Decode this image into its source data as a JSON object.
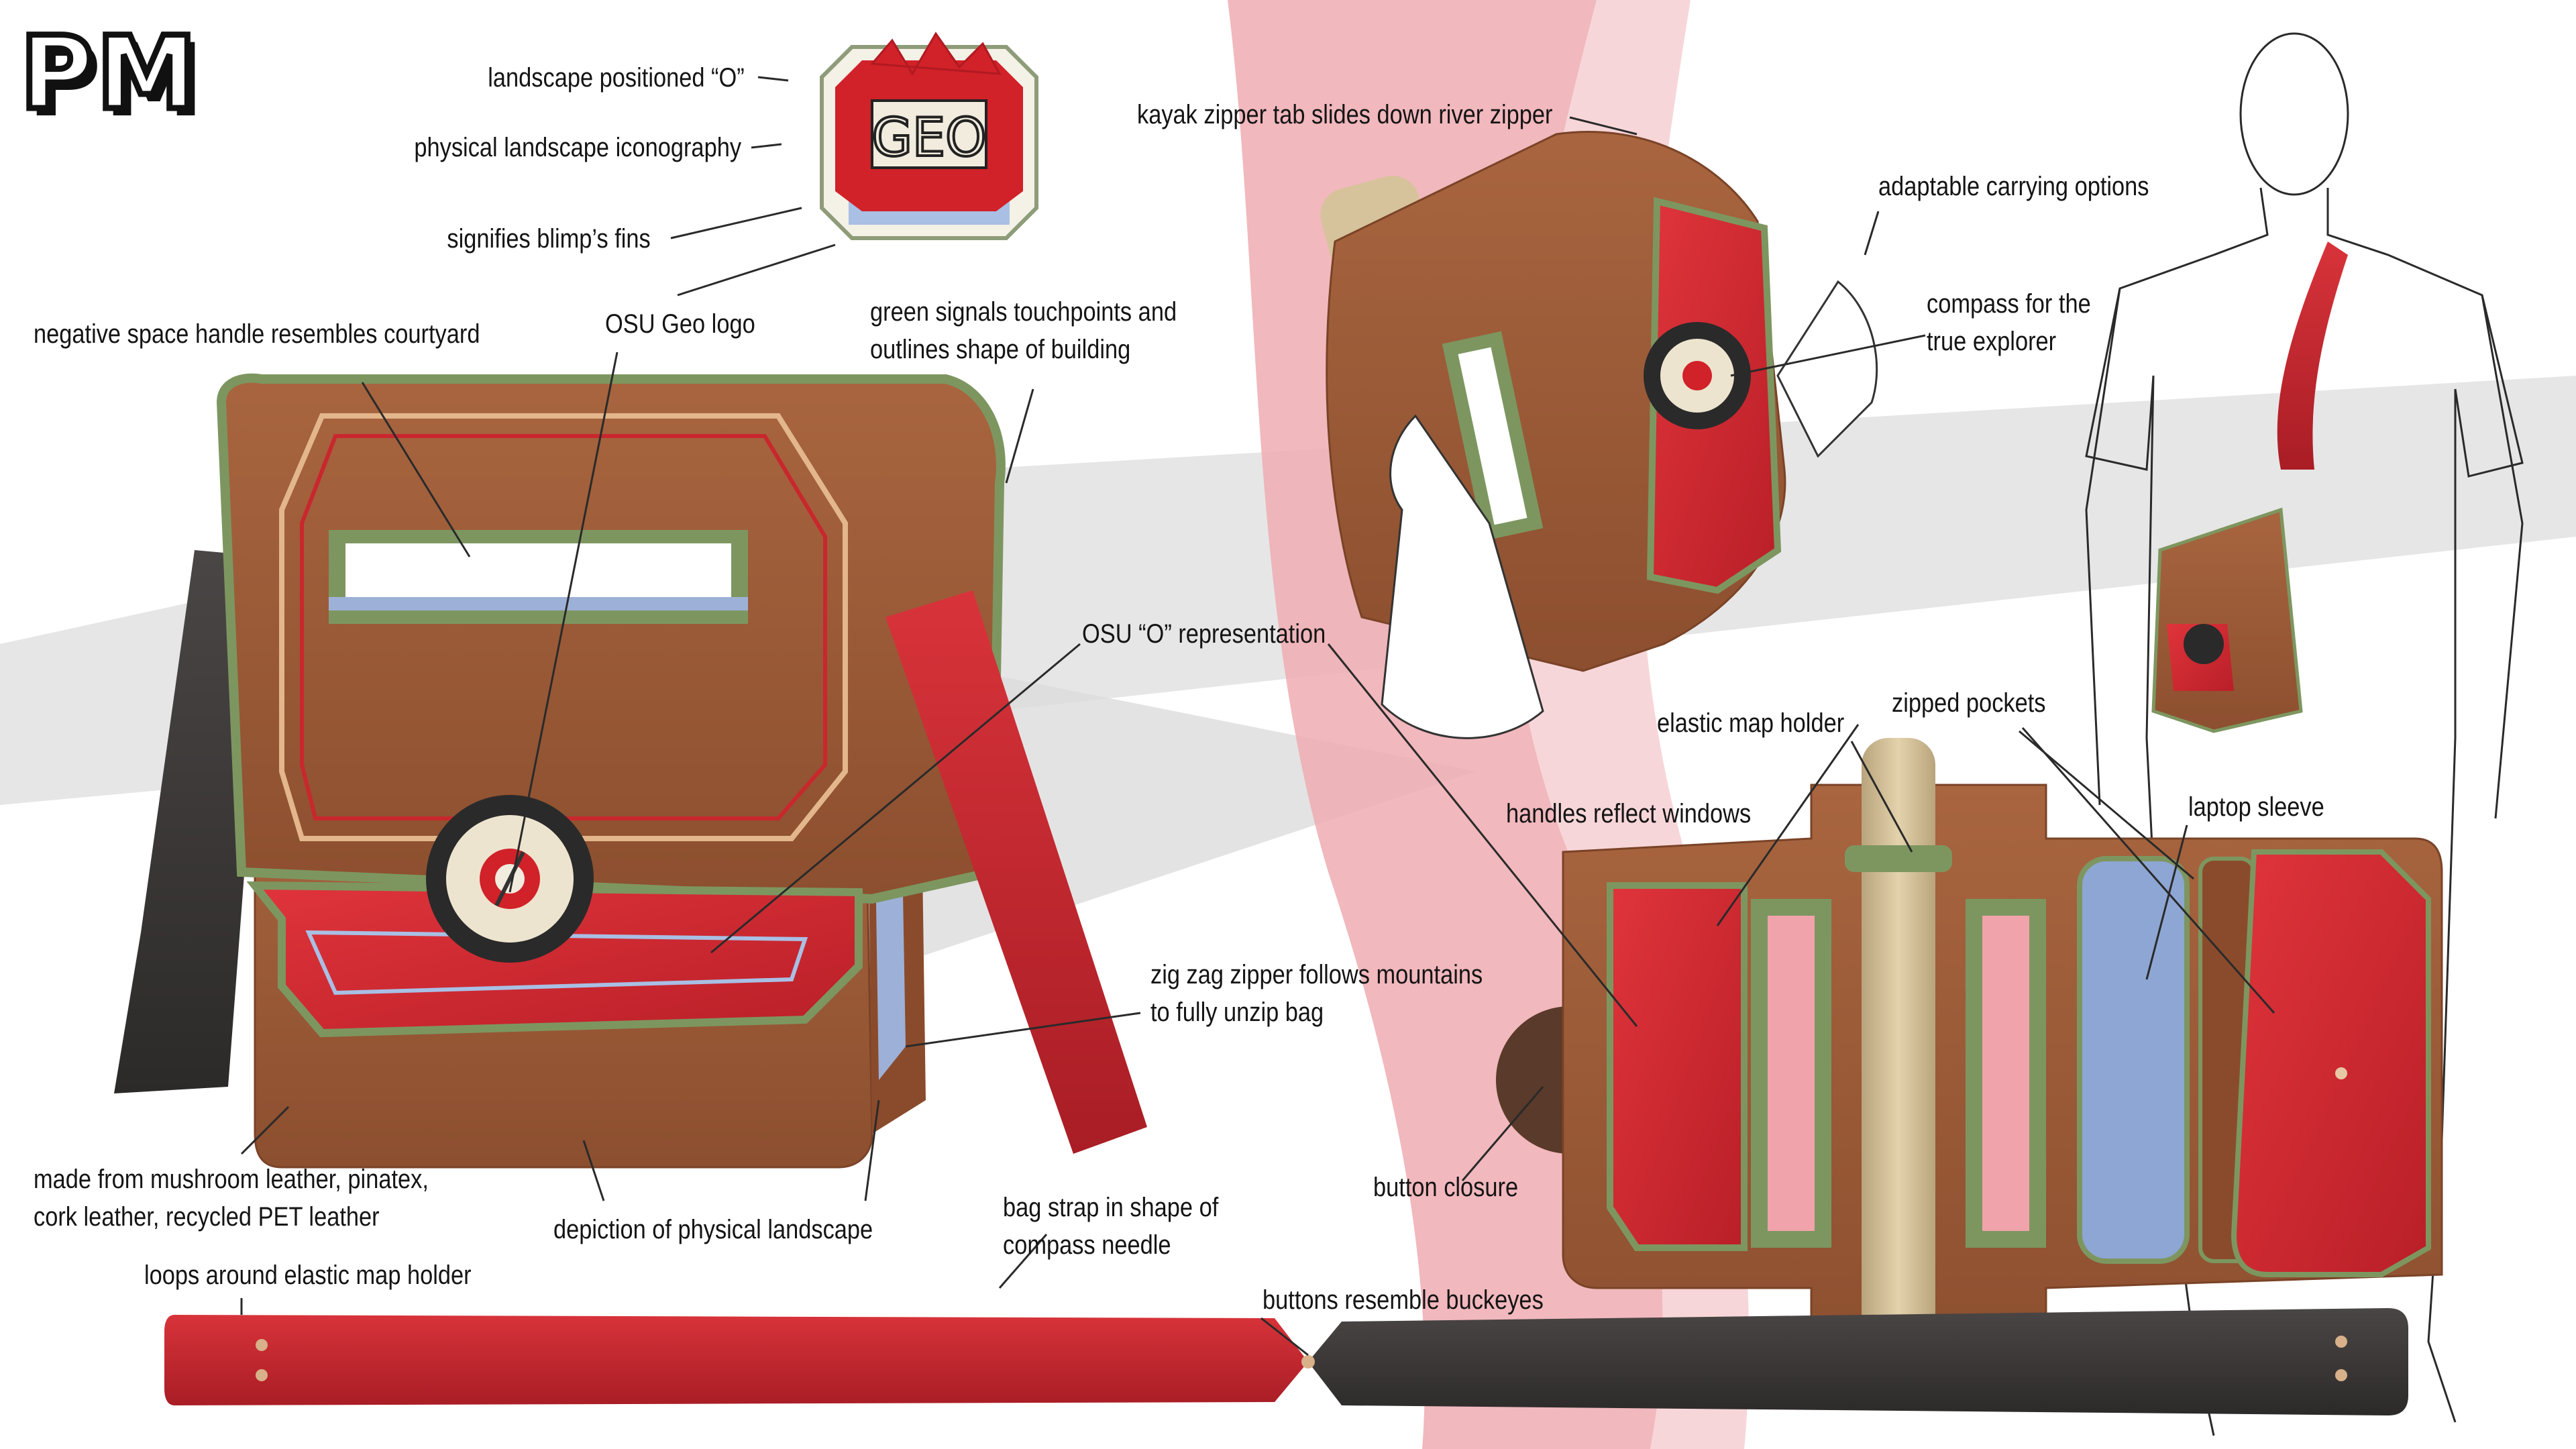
{
  "brand": {
    "logo_text": "PM"
  },
  "colors": {
    "leather": "#9b5a37",
    "leather_dark": "#6f3d22",
    "trim_green": "#7d9660",
    "accent_red": "#d3262e",
    "strap_red": "#c8272f",
    "strap_black": "#3d3a39",
    "map_tan": "#d7c39b",
    "zipper_blue": "#9eb2d6",
    "background_band": "#f0b0b5"
  },
  "badge": {
    "text": "GEO"
  },
  "callouts": [
    {
      "id": "landscape-o",
      "text": "landscape positioned “O”"
    },
    {
      "id": "landscape-iconography",
      "text": "physical landscape iconography"
    },
    {
      "id": "blimp-fins",
      "text": "signifies blimp’s fins"
    },
    {
      "id": "negative-space-handle",
      "text": "negative space handle resembles courtyard"
    },
    {
      "id": "osu-geo-logo",
      "text": "OSU Geo logo"
    },
    {
      "id": "green-signals-1",
      "text": "green signals touchpoints and"
    },
    {
      "id": "green-signals-2",
      "text": "outlines shape of building"
    },
    {
      "id": "kayak-zipper",
      "text": "kayak zipper tab slides down river zipper"
    },
    {
      "id": "adaptable-carrying",
      "text": "adaptable carrying options"
    },
    {
      "id": "compass-1",
      "text": "compass for the"
    },
    {
      "id": "compass-2",
      "text": "true explorer"
    },
    {
      "id": "osu-o",
      "text": "OSU “O” representation"
    },
    {
      "id": "elastic-map-holder",
      "text": "elastic map holder"
    },
    {
      "id": "zipped-pockets",
      "text": "zipped pockets"
    },
    {
      "id": "handles-windows",
      "text": "handles reflect windows"
    },
    {
      "id": "laptop-sleeve",
      "text": "laptop sleeve"
    },
    {
      "id": "zigzag-1",
      "text": "zig zag zipper follows mountains"
    },
    {
      "id": "zigzag-2",
      "text": "to fully unzip bag"
    },
    {
      "id": "button-closure",
      "text": "button closure"
    },
    {
      "id": "mushroom-1",
      "text": "made from mushroom leather, pinatex,"
    },
    {
      "id": "mushroom-2",
      "text": "cork leather, recycled PET leather"
    },
    {
      "id": "physical-landscape",
      "text": "depiction of physical landscape"
    },
    {
      "id": "bag-strap-1",
      "text": "bag strap in shape of"
    },
    {
      "id": "bag-strap-2",
      "text": "compass needle"
    },
    {
      "id": "loops-around",
      "text": "loops around elastic map holder"
    },
    {
      "id": "buttons-buckeyes",
      "text": "buttons resemble buckeyes"
    }
  ]
}
